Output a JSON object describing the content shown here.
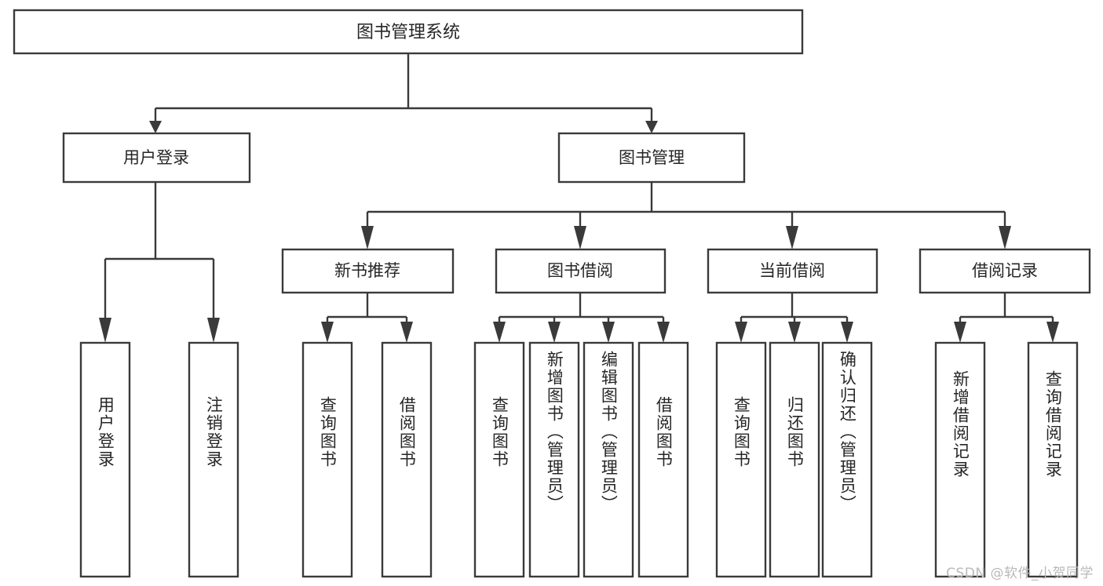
{
  "diagram": {
    "type": "tree-hierarchy-chart",
    "title": "图书管理系统",
    "watermark": "CSDN @软件_小贺同学",
    "colors": {
      "stroke": "#3a3a3a",
      "fill": "#ffffff",
      "text": "#262626",
      "watermark": "#b9b9b9",
      "background": "#ffffff"
    },
    "levels": [
      {
        "level": 1,
        "nodes": [
          {
            "id": "root",
            "label": "图书管理系统",
            "orientation": "horizontal"
          }
        ]
      },
      {
        "level": 2,
        "nodes": [
          {
            "id": "user-login",
            "label": "用户登录",
            "orientation": "horizontal",
            "parent": "root"
          },
          {
            "id": "book-manage",
            "label": "图书管理",
            "orientation": "horizontal",
            "parent": "root"
          }
        ]
      },
      {
        "level": 3,
        "nodes": [
          {
            "id": "new-book-rec",
            "label": "新书推荐",
            "orientation": "horizontal",
            "parent": "book-manage"
          },
          {
            "id": "book-borrow",
            "label": "图书借阅",
            "orientation": "horizontal",
            "parent": "book-manage"
          },
          {
            "id": "current-borrow",
            "label": "当前借阅",
            "orientation": "horizontal",
            "parent": "book-manage"
          },
          {
            "id": "borrow-record",
            "label": "借阅记录",
            "orientation": "horizontal",
            "parent": "book-manage"
          }
        ]
      },
      {
        "level": 4,
        "nodes": [
          {
            "id": "leaf-user-login",
            "label": "用户登录",
            "orientation": "vertical",
            "parent": "user-login"
          },
          {
            "id": "leaf-logout",
            "label": "注销登录",
            "orientation": "vertical",
            "parent": "user-login"
          },
          {
            "id": "leaf-rec-query",
            "label": "查询图书",
            "orientation": "vertical",
            "parent": "new-book-rec"
          },
          {
            "id": "leaf-rec-borrow",
            "label": "借阅图书",
            "orientation": "vertical",
            "parent": "new-book-rec"
          },
          {
            "id": "leaf-bb-query",
            "label": "查询图书",
            "orientation": "vertical",
            "parent": "book-borrow"
          },
          {
            "id": "leaf-bb-add",
            "label": "新增图书（管理员）",
            "orientation": "vertical",
            "parent": "book-borrow"
          },
          {
            "id": "leaf-bb-edit",
            "label": "编辑图书（管理员）",
            "orientation": "vertical",
            "parent": "book-borrow"
          },
          {
            "id": "leaf-bb-borrow",
            "label": "借阅图书",
            "orientation": "vertical",
            "parent": "book-borrow"
          },
          {
            "id": "leaf-cb-query",
            "label": "查询图书",
            "orientation": "vertical",
            "parent": "current-borrow"
          },
          {
            "id": "leaf-cb-return",
            "label": "归还图书",
            "orientation": "vertical",
            "parent": "current-borrow"
          },
          {
            "id": "leaf-cb-confirm",
            "label": "确认归还（管理员）",
            "orientation": "vertical",
            "parent": "current-borrow"
          },
          {
            "id": "leaf-br-add",
            "label": "新增借阅记录",
            "orientation": "vertical",
            "parent": "borrow-record"
          },
          {
            "id": "leaf-br-query",
            "label": "查询借阅记录",
            "orientation": "vertical",
            "parent": "borrow-record"
          }
        ]
      }
    ],
    "labels": {
      "root": "图书管理系统",
      "user_login": "用户登录",
      "book_manage": "图书管理",
      "new_book_rec": "新书推荐",
      "book_borrow": "图书借阅",
      "current_borrow": "当前借阅",
      "borrow_record": "借阅记录",
      "leaf_user_login": "用户登录",
      "leaf_logout": "注销登录",
      "leaf_rec_query": "查询图书",
      "leaf_rec_borrow": "借阅图书",
      "leaf_bb_query": "查询图书",
      "leaf_bb_add": "新增图书（管理员）",
      "leaf_bb_edit": "编辑图书（管理员）",
      "leaf_bb_borrow": "借阅图书",
      "leaf_cb_query": "查询图书",
      "leaf_cb_return": "归还图书",
      "leaf_cb_confirm": "确认归还（管理员）",
      "leaf_br_add": "新增借阅记录",
      "leaf_br_query": "查询借阅记录"
    }
  }
}
